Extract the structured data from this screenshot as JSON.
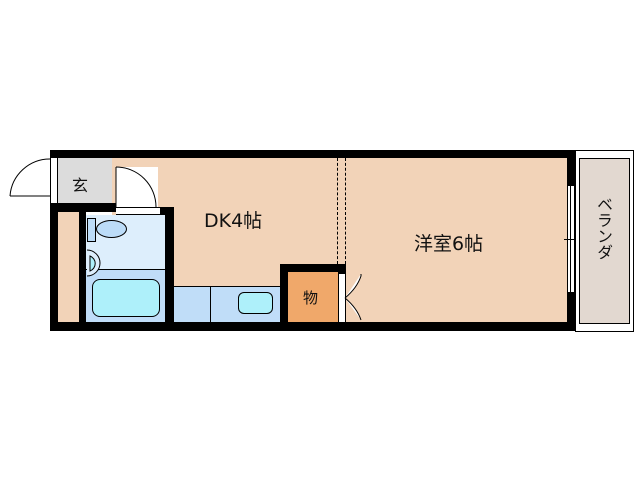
{
  "floorplan": {
    "rooms": {
      "entrance": {
        "label": "玄",
        "color": "#dcdcdc"
      },
      "dk": {
        "label": "DK4帖",
        "color": "#f2d3b8"
      },
      "western_room": {
        "label": "洋室6帖",
        "color": "#f2d3b8"
      },
      "storage": {
        "label": "物",
        "color": "#f0a86a"
      },
      "veranda": {
        "label": "ベランダ",
        "color": "#e2d8d0"
      },
      "bathroom": {
        "color": "#ddeefc"
      },
      "bath_area": {
        "color": "#c0ddf8"
      },
      "kitchen_counter": {
        "color": "#c0ddf8"
      },
      "shoe_closet": {
        "color": "#f2d3b8"
      }
    },
    "colors": {
      "wall": "#000000",
      "fixture_fill": "#aef0fa",
      "toilet_fill": "#bcdcf8"
    }
  }
}
